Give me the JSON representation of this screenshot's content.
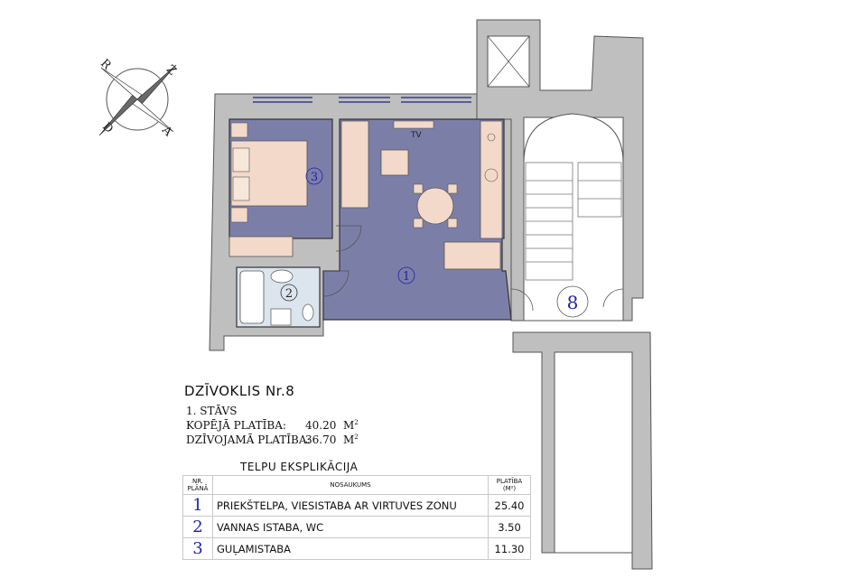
{
  "compass": {
    "letters": [
      "Z",
      "A",
      "D",
      "R"
    ]
  },
  "plan": {
    "room_numbers": [
      "1",
      "2",
      "3"
    ],
    "stair_number": "8",
    "tv_label": "TV",
    "colors": {
      "walls": "#bfbfbf",
      "rooms": "#7b7fa8",
      "furniture": "#f3d9c9",
      "wet": "#dce4ee",
      "number": "#1f1faa"
    }
  },
  "info": {
    "title": "DZĪVOKLIS Nr.8",
    "floor": "1. STĀVS",
    "total_area_label": "KOPĒJĀ PLATĪBA:",
    "total_area_value": "40.20",
    "living_area_label": "DZĪVOJAMĀ PLATĪBA:",
    "living_area_value": "36.70",
    "unit": "M",
    "unit_sup": "2"
  },
  "explication": {
    "title": "TELPU EKSPLIKĀCIJA",
    "headers": {
      "nr_line1": "NR.",
      "nr_line2": "PLĀNĀ",
      "name": "NOSAUKUMS",
      "area_line1": "PLATĪBA",
      "area_line2": "(M²)"
    },
    "rows": [
      {
        "nr": "1",
        "name": "PRIEKŠTELPA, VIESISTABA  AR VIRTUVES ZONU",
        "area": "25.40"
      },
      {
        "nr": "2",
        "name": "VANNAS ISTABA, WC",
        "area": "3.50"
      },
      {
        "nr": "3",
        "name": "GUĻAMISTABA",
        "area": "11.30"
      }
    ]
  }
}
